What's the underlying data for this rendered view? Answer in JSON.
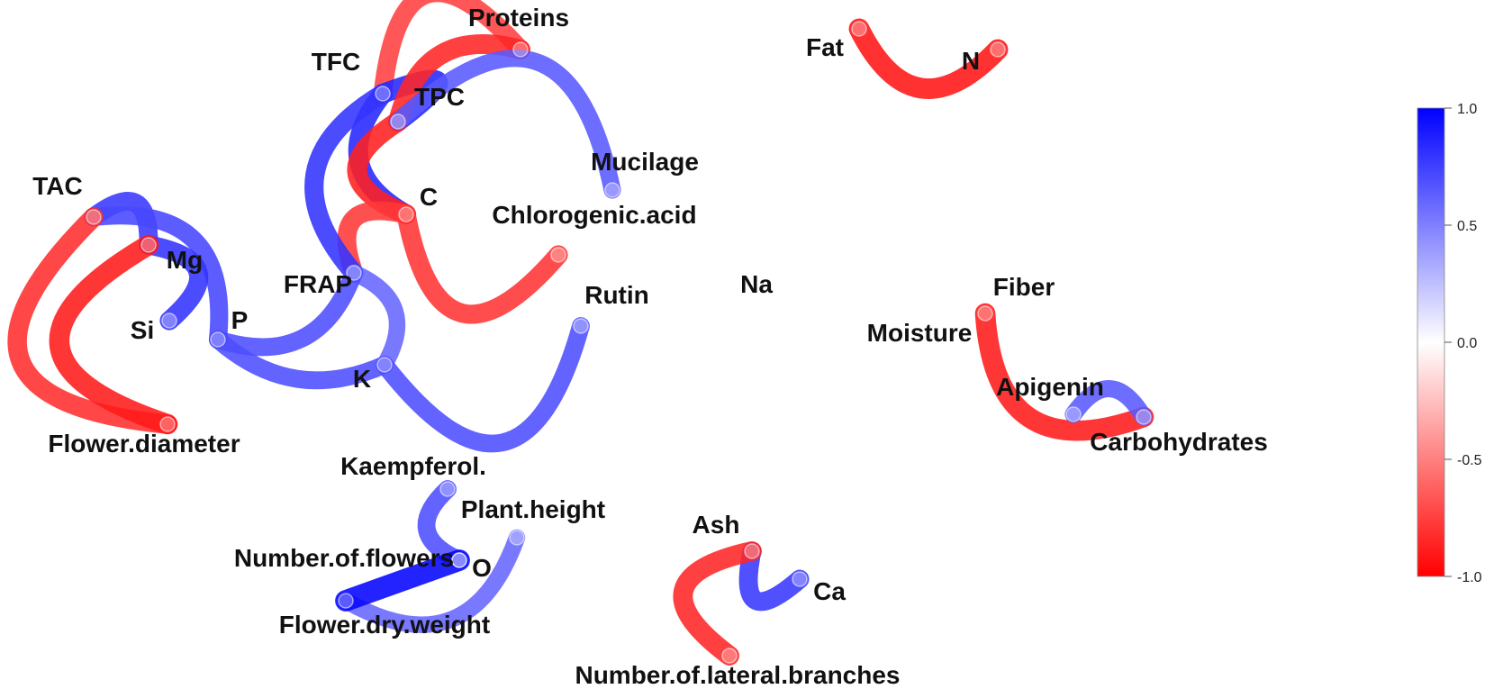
{
  "legend": {
    "ticks": [
      {
        "value": 1.0,
        "label": "1.0"
      },
      {
        "value": 0.5,
        "label": "0.5"
      },
      {
        "value": 0.0,
        "label": "0.0"
      },
      {
        "value": -0.5,
        "label": "-0.5"
      },
      {
        "value": -1.0,
        "label": "-1.0"
      }
    ],
    "colors": {
      "positive": "#0000ff",
      "zero": "#ffffff",
      "negative": "#ff0000"
    }
  },
  "nodes": [
    {
      "id": "TFC",
      "label": "TFC"
    },
    {
      "id": "Proteins",
      "label": "Proteins"
    },
    {
      "id": "TPC",
      "label": "TPC"
    },
    {
      "id": "Mucilage",
      "label": "Mucilage"
    },
    {
      "id": "C",
      "label": "C"
    },
    {
      "id": "Chlorogenic.acid",
      "label": "Chlorogenic.acid"
    },
    {
      "id": "TAC",
      "label": "TAC"
    },
    {
      "id": "Mg",
      "label": "Mg"
    },
    {
      "id": "Si",
      "label": "Si"
    },
    {
      "id": "P",
      "label": "P"
    },
    {
      "id": "FRAP",
      "label": "FRAP"
    },
    {
      "id": "K",
      "label": "K"
    },
    {
      "id": "Rutin",
      "label": "Rutin"
    },
    {
      "id": "Flower.diameter",
      "label": "Flower.diameter"
    },
    {
      "id": "Fat",
      "label": "Fat"
    },
    {
      "id": "N",
      "label": "N"
    },
    {
      "id": "Na",
      "label": "Na"
    },
    {
      "id": "Fiber",
      "label": "Fiber"
    },
    {
      "id": "Moisture",
      "label": "Moisture"
    },
    {
      "id": "Apigenin",
      "label": "Apigenin"
    },
    {
      "id": "Carbohydrates",
      "label": "Carbohydrates"
    },
    {
      "id": "Kaempferol.",
      "label": "Kaempferol."
    },
    {
      "id": "Plant.height",
      "label": "Plant.height"
    },
    {
      "id": "Number.of.flowers",
      "label": "Number.of.flowers"
    },
    {
      "id": "O",
      "label": "O"
    },
    {
      "id": "Flower.dry.weight",
      "label": "Flower.dry.weight"
    },
    {
      "id": "Ash",
      "label": "Ash"
    },
    {
      "id": "Ca",
      "label": "Ca"
    },
    {
      "id": "Number.of.lateral.branches",
      "label": "Number.of.lateral.branches"
    }
  ],
  "edges": [
    {
      "source": "TFC",
      "target": "Proteins",
      "r": -0.75
    },
    {
      "source": "TFC",
      "target": "TPC",
      "r": 0.85
    },
    {
      "source": "TFC",
      "target": "C",
      "r": 0.85
    },
    {
      "source": "TPC",
      "target": "Proteins",
      "r": -0.85
    },
    {
      "source": "TPC",
      "target": "C",
      "r": -0.88
    },
    {
      "source": "TPC",
      "target": "Mucilage",
      "r": 0.65
    },
    {
      "source": "C",
      "target": "Chlorogenic.acid",
      "r": -0.8
    },
    {
      "source": "FRAP",
      "target": "C",
      "r": -0.78
    },
    {
      "source": "FRAP",
      "target": "TFC",
      "r": 0.8
    },
    {
      "source": "FRAP",
      "target": "K",
      "r": 0.6
    },
    {
      "source": "FRAP",
      "target": "P",
      "r": 0.7
    },
    {
      "source": "P",
      "target": "K",
      "r": 0.7
    },
    {
      "source": "K",
      "target": "Rutin",
      "r": 0.7
    },
    {
      "source": "TAC",
      "target": "Mg",
      "r": 0.78
    },
    {
      "source": "TAC",
      "target": "P",
      "r": 0.72
    },
    {
      "source": "Mg",
      "target": "Si",
      "r": 0.8
    },
    {
      "source": "TAC",
      "target": "Flower.diameter",
      "r": -0.82
    },
    {
      "source": "Mg",
      "target": "Flower.diameter",
      "r": -0.9
    },
    {
      "source": "Fat",
      "target": "N",
      "r": -0.92
    },
    {
      "source": "Fiber",
      "target": "Carbohydrates",
      "r": -0.9
    },
    {
      "source": "Apigenin",
      "target": "Carbohydrates",
      "r": 0.65
    },
    {
      "source": "Kaempferol.",
      "target": "O",
      "r": 0.7
    },
    {
      "source": "Plant.height",
      "target": "Flower.dry.weight",
      "r": 0.6
    },
    {
      "source": "Number.of.flowers",
      "target": "Flower.dry.weight",
      "r": 0.98
    },
    {
      "source": "Ash",
      "target": "Ca",
      "r": 0.78
    },
    {
      "source": "Ash",
      "target": "Number.of.lateral.branches",
      "r": -0.85
    }
  ]
}
